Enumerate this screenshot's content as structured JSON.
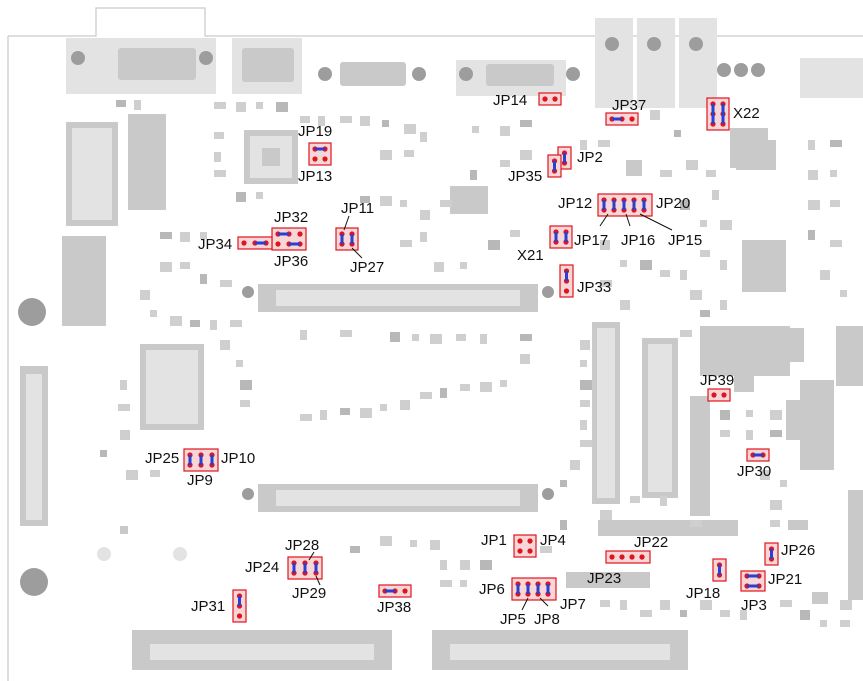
{
  "jumpers": [
    {
      "id": "JP14",
      "label": "JP14"
    },
    {
      "id": "JP37",
      "label": "JP37"
    },
    {
      "id": "X22",
      "label": "X22"
    },
    {
      "id": "JP19",
      "label": "JP19"
    },
    {
      "id": "JP13",
      "label": "JP13"
    },
    {
      "id": "JP2",
      "label": "JP2"
    },
    {
      "id": "JP35",
      "label": "JP35"
    },
    {
      "id": "JP12",
      "label": "JP12"
    },
    {
      "id": "JP20",
      "label": "JP20"
    },
    {
      "id": "JP17",
      "label": "JP17"
    },
    {
      "id": "JP16",
      "label": "JP16"
    },
    {
      "id": "JP15",
      "label": "JP15"
    },
    {
      "id": "JP11",
      "label": "JP11"
    },
    {
      "id": "JP32",
      "label": "JP32"
    },
    {
      "id": "JP34",
      "label": "JP34"
    },
    {
      "id": "JP36",
      "label": "JP36"
    },
    {
      "id": "JP27",
      "label": "JP27"
    },
    {
      "id": "X21",
      "label": "X21"
    },
    {
      "id": "JP33",
      "label": "JP33"
    },
    {
      "id": "JP39",
      "label": "JP39"
    },
    {
      "id": "JP25",
      "label": "JP25"
    },
    {
      "id": "JP10",
      "label": "JP10"
    },
    {
      "id": "JP9",
      "label": "JP9"
    },
    {
      "id": "JP30",
      "label": "JP30"
    },
    {
      "id": "JP1",
      "label": "JP1"
    },
    {
      "id": "JP4",
      "label": "JP4"
    },
    {
      "id": "JP22",
      "label": "JP22"
    },
    {
      "id": "JP28",
      "label": "JP28"
    },
    {
      "id": "JP24",
      "label": "JP24"
    },
    {
      "id": "JP29",
      "label": "JP29"
    },
    {
      "id": "JP26",
      "label": "JP26"
    },
    {
      "id": "JP23",
      "label": "JP23"
    },
    {
      "id": "JP21",
      "label": "JP21"
    },
    {
      "id": "JP18",
      "label": "JP18"
    },
    {
      "id": "JP3",
      "label": "JP3"
    },
    {
      "id": "JP6",
      "label": "JP6"
    },
    {
      "id": "JP7",
      "label": "JP7"
    },
    {
      "id": "JP31",
      "label": "JP31"
    },
    {
      "id": "JP38",
      "label": "JP38"
    },
    {
      "id": "JP5",
      "label": "JP5"
    },
    {
      "id": "JP8",
      "label": "JP8"
    }
  ],
  "colors": {
    "pin": "#e0141e",
    "jumper_cap": "#2b3fd0",
    "jumper_box": "#f6d6d6",
    "silkscreen": "#c9c9c9",
    "label": "#111111"
  }
}
